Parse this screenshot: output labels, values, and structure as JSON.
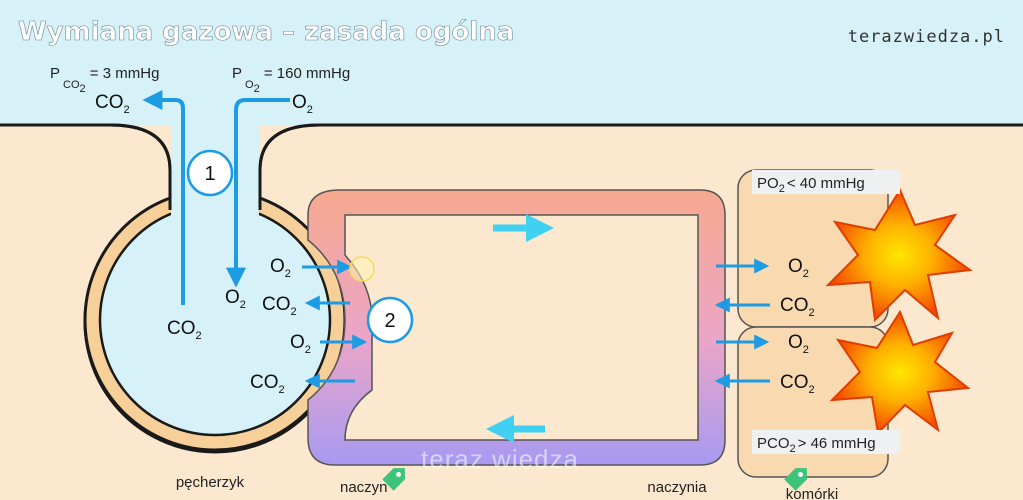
{
  "header": {
    "title": "Wymiana gazowa – zasada ogólna",
    "site": "terazwiedza.pl"
  },
  "pressures": {
    "pco2_prefix": "P",
    "pco2_sub": "CO",
    "pco2_sub2": "2",
    "pco2_value": " = 3 mmHg",
    "po2_prefix": "P",
    "po2_sub": "O",
    "po2_sub2": "2",
    "po2_value": " = 160 mmHg"
  },
  "gases": {
    "co2": "CO",
    "o2": "O",
    "two": "2"
  },
  "steps": {
    "step1": "1",
    "step2": "2"
  },
  "tissues": {
    "po2_text_a": "PO",
    "po2_text_b": "< 40 mmHg",
    "pco2_text_a": "PCO",
    "pco2_text_b": "> 46 mmHg"
  },
  "labels": {
    "alveolus": "pęcherzyk",
    "vessel_left": "naczyn",
    "vessel_right": "naczynia",
    "tissue": "komórki"
  },
  "watermark": "teraz wiedza",
  "colors": {
    "sky": "#d7f1f8",
    "tissue_bg": "#fbe8cf",
    "arrow_blue": "#1d9be3",
    "flow_cyan": "#3fd0f2",
    "capillary_top": "#f7a98f",
    "capillary_bottom": "#a79af2"
  }
}
